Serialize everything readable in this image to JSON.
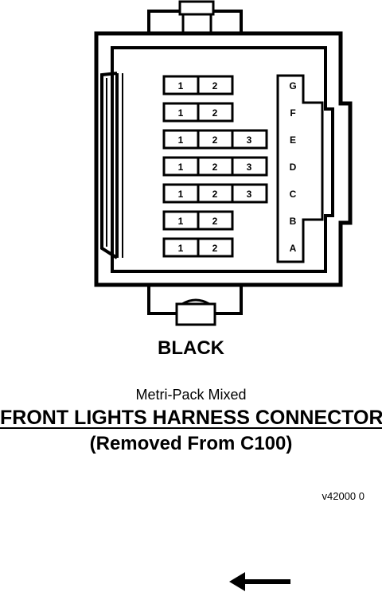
{
  "connector": {
    "color_label": "BLACK",
    "subtitle": "Metri-Pack Mixed",
    "title": "FRONT LIGHTS HARNESS CONNECTOR",
    "subnote": "(Removed From C100)",
    "figure_code": "v42000 0"
  },
  "cavity_rows": [
    {
      "letter": "G",
      "pins": [
        "1",
        "2"
      ]
    },
    {
      "letter": "F",
      "pins": [
        "1",
        "2"
      ]
    },
    {
      "letter": "E",
      "pins": [
        "1",
        "2",
        "3"
      ]
    },
    {
      "letter": "D",
      "pins": [
        "1",
        "2",
        "3"
      ]
    },
    {
      "letter": "C",
      "pins": [
        "1",
        "2",
        "3"
      ]
    },
    {
      "letter": "B",
      "pins": [
        "1",
        "2"
      ]
    },
    {
      "letter": "A",
      "pins": [
        "1",
        "2"
      ]
    }
  ],
  "icons": {
    "direction_arrow": "arrow-left-icon"
  },
  "colors": {
    "line": "#000000",
    "background": "#ffffff"
  }
}
